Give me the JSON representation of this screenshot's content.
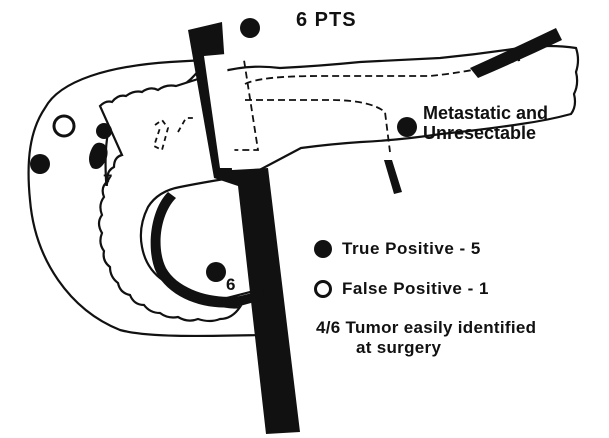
{
  "diagram": {
    "title": "6 PTS",
    "metastatic_label_line1": "Metastatic and",
    "metastatic_label_line2": "Unresectable",
    "marker_7": "7",
    "marker_6": "6"
  },
  "legend": {
    "true_positive": "True Positive  -  5",
    "false_positive": "False Positive  -  1"
  },
  "note": {
    "line1": "4/6 Tumor easily identified",
    "line2": "at surgery"
  },
  "colors": {
    "ink": "#111111",
    "background": "#ffffff"
  },
  "icons": {
    "true_positive_marker": "filled-circle",
    "false_positive_marker": "open-circle"
  }
}
